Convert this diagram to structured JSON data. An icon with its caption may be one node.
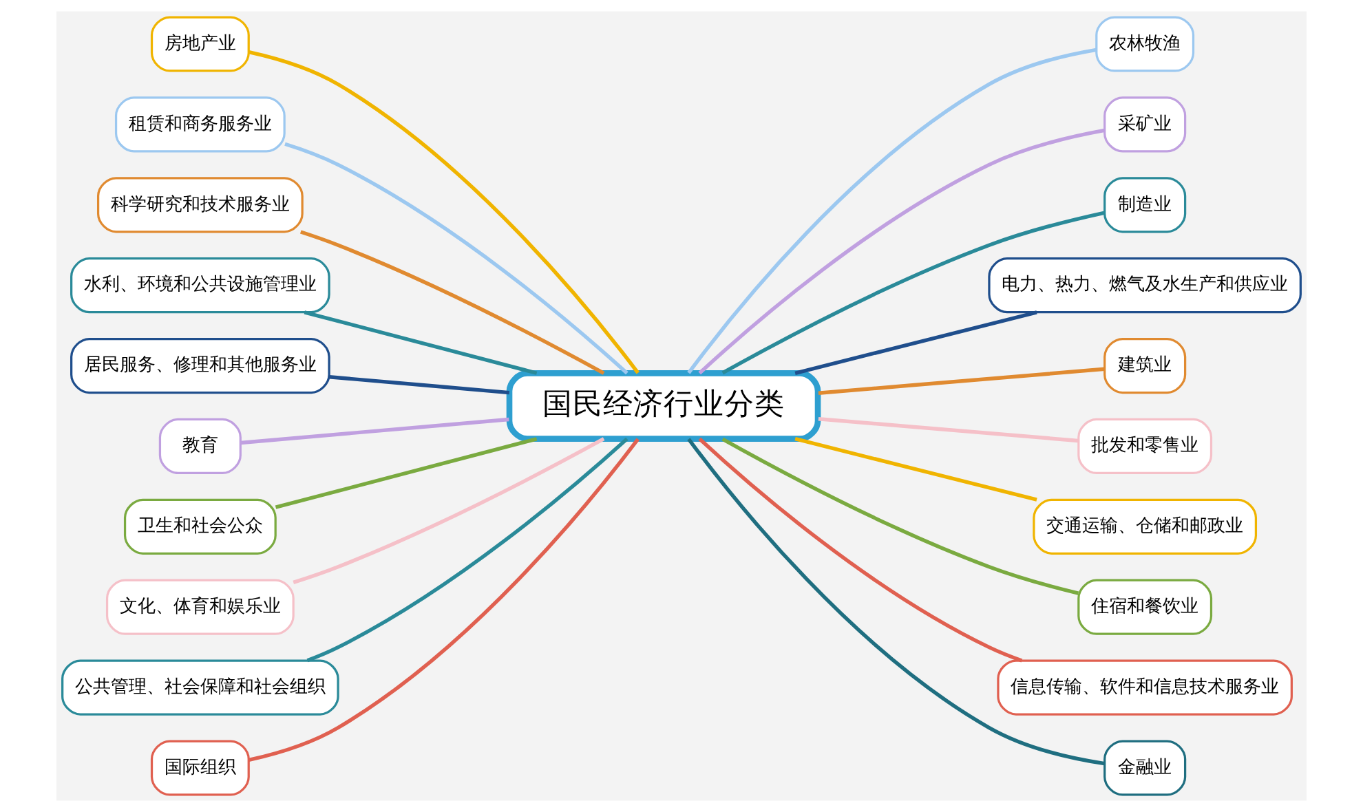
{
  "diagram": {
    "nodes": [
      {
        "text": [
          "国民经济行业分类"
        ]
      },
      {
        "text": [
          "房地产业"
        ]
      },
      {
        "text": [
          "租赁和商务服务业"
        ]
      },
      {
        "text": [
          "科学研究和技术服务业"
        ]
      },
      {
        "text": [
          "水利、环境和公共设施管理业"
        ]
      },
      {
        "text": [
          "居民服务、修理和其他服务业"
        ]
      },
      {
        "text": [
          "教育"
        ]
      },
      {
        "text": [
          "卫生和社会公众"
        ]
      },
      {
        "text": [
          "文化、体育和娱乐业"
        ]
      },
      {
        "text": [
          "公共管理、社会保障和社会组织"
        ]
      },
      {
        "text": [
          "国际组织"
        ]
      },
      {
        "text": [
          "农林牧渔"
        ]
      },
      {
        "text": [
          "采矿业"
        ]
      },
      {
        "text": [
          "制造业"
        ]
      },
      {
        "text": [
          "电力、热力、燃气及水生产和供应业"
        ]
      },
      {
        "text": [
          "建筑业"
        ]
      },
      {
        "text": [
          "批发和零售业"
        ]
      },
      {
        "text": [
          "交通运输、仓储和邮政业"
        ]
      },
      {
        "text": [
          "住宿和餐饮业"
        ]
      },
      {
        "text": [
          "信息传输、软件和信息技术服务业"
        ]
      },
      {
        "text": [
          "金融业"
        ]
      }
    ],
    "edges": [
      {
        "from": 1,
        "to": 0,
        "arrow": "none",
        "color": "#f0b400"
      },
      {
        "from": 2,
        "to": 0,
        "arrow": "none",
        "color": "#9cc8f0"
      },
      {
        "from": 3,
        "to": 0,
        "arrow": "none",
        "color": "#e08a30"
      },
      {
        "from": 4,
        "to": 0,
        "arrow": "none",
        "color": "#2a8a99"
      },
      {
        "from": 5,
        "to": 0,
        "arrow": "none",
        "color": "#1f4e8c"
      },
      {
        "from": 6,
        "to": 0,
        "arrow": "none",
        "color": "#c0a0e0"
      },
      {
        "from": 7,
        "to": 0,
        "arrow": "none",
        "color": "#7aaa40"
      },
      {
        "from": 8,
        "to": 0,
        "arrow": "none",
        "color": "#f5c0c8"
      },
      {
        "from": 9,
        "to": 0,
        "arrow": "none",
        "color": "#2a8a99"
      },
      {
        "from": 10,
        "to": 0,
        "arrow": "none",
        "color": "#e06050"
      },
      {
        "from": 0,
        "to": 11,
        "arrow": "none",
        "color": "#9cc8f0"
      },
      {
        "from": 0,
        "to": 12,
        "arrow": "none",
        "color": "#c0a0e0"
      },
      {
        "from": 0,
        "to": 13,
        "arrow": "none",
        "color": "#2a8a99"
      },
      {
        "from": 0,
        "to": 14,
        "arrow": "none",
        "color": "#1f4e8c"
      },
      {
        "from": 0,
        "to": 15,
        "arrow": "none",
        "color": "#e08a30"
      },
      {
        "from": 0,
        "to": 16,
        "arrow": "none",
        "color": "#f5c0c8"
      },
      {
        "from": 0,
        "to": 17,
        "arrow": "none",
        "color": "#f0b400"
      },
      {
        "from": 0,
        "to": 18,
        "arrow": "none",
        "color": "#7aaa40"
      },
      {
        "from": 0,
        "to": 19,
        "arrow": "none",
        "color": "#e06050"
      },
      {
        "from": 0,
        "to": 20,
        "arrow": "none",
        "color": "#1f6e80"
      }
    ]
  }
}
